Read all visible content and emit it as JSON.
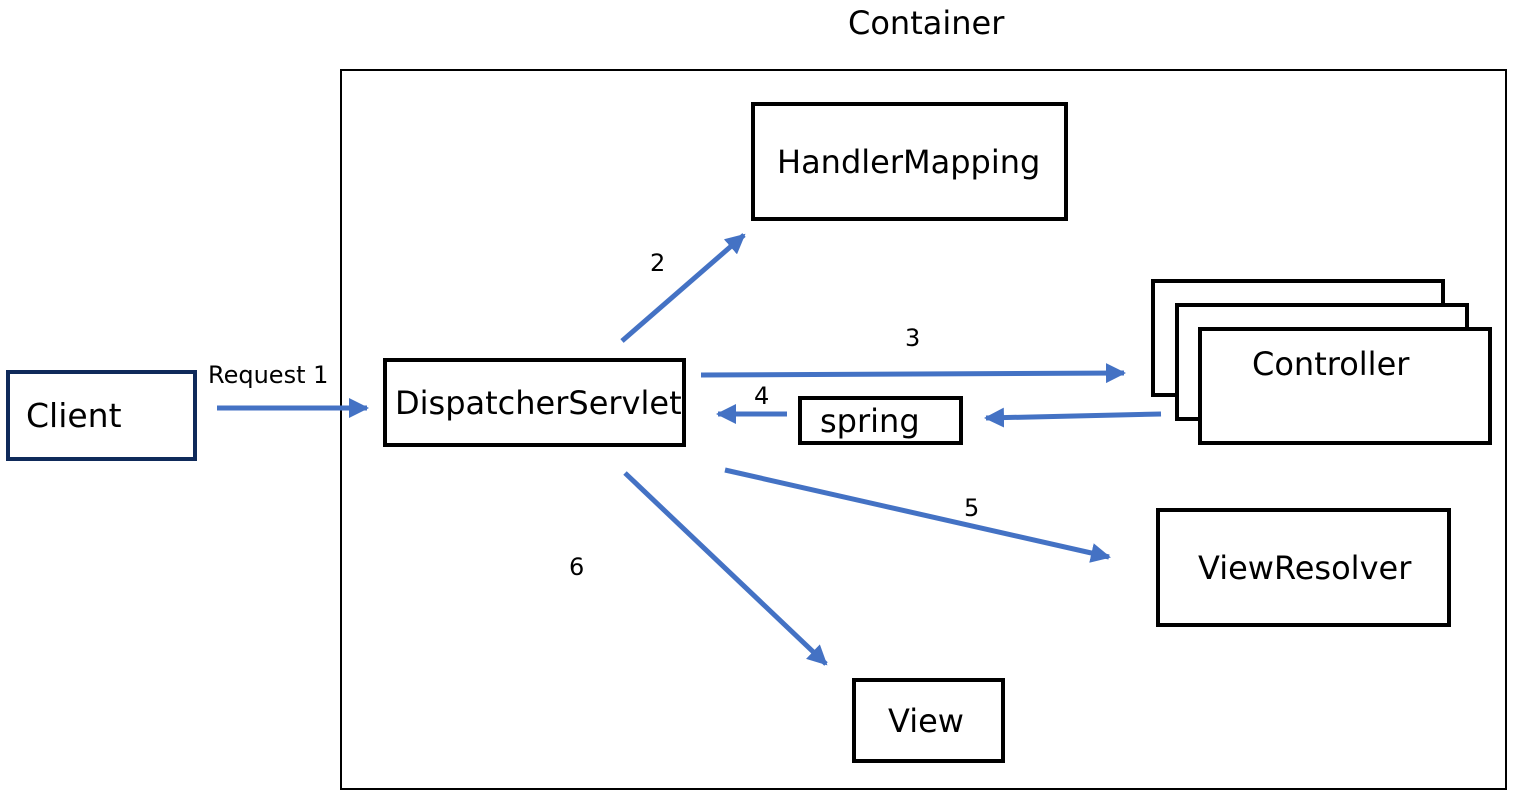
{
  "container": {
    "title": "Container"
  },
  "nodes": {
    "client": "Client",
    "dispatcher": "DispatcherServlet",
    "handler_mapping": "HandlerMapping",
    "controller": "Controller",
    "spring": "spring",
    "view_resolver": "ViewResolver",
    "view": "View"
  },
  "flows": [
    {
      "label": "Request 1",
      "from": "Client",
      "to": "DispatcherServlet"
    },
    {
      "label": "2",
      "from": "DispatcherServlet",
      "to": "HandlerMapping"
    },
    {
      "label": "3",
      "from": "DispatcherServlet",
      "to": "Controller"
    },
    {
      "label": "4",
      "from": "spring",
      "to": "DispatcherServlet"
    },
    {
      "label": "5",
      "from": "DispatcherServlet",
      "to": "ViewResolver"
    },
    {
      "label": "6",
      "from": "DispatcherServlet",
      "to": "View"
    }
  ],
  "colors": {
    "arrow": "#4472c4",
    "client_border": "#0f2a5a",
    "box_border": "#000000"
  }
}
